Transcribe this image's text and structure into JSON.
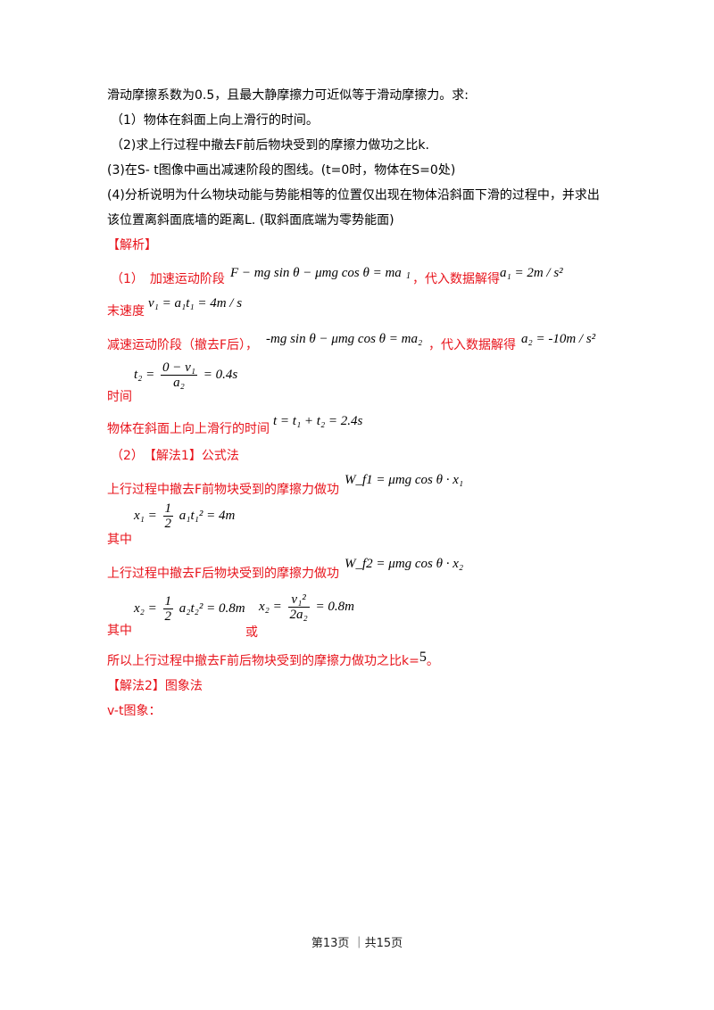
{
  "lines": {
    "l1": "滑动摩擦系数为0.5，且最大静摩擦力可近似等于滑动摩擦力。求:",
    "l2": "（1）物体在斜面上向上滑行的时间。",
    "l3": "（2)求上行过程中撤去F前后物块受到的摩擦力做功之比k.",
    "l4": "(3)在S- t图像中画出减速阶段的图线。(t=0时，物体在S=0处)",
    "l5": "(4)分析说明为什么物块动能与势能相等的位置仅出现在物体沿斜面下滑的过程中，并求出",
    "l6": "该位置离斜面底墙的距离L. (取斜面底端为零势能面)"
  },
  "solution": {
    "heading": "【解析】",
    "s1_label": "（1）　加速运动阶段",
    "s1_eq": "F − mg sin θ − μmg cos θ = ma",
    "s1_mid": "，代入数据解得",
    "s1_res": "a₁ = 2m / s²",
    "s2_label": "末速度",
    "s2_eq": "v₁ = a₁t₁ = 4m / s",
    "s3_label": "减速运动阶段（撤去F后），",
    "s3_eq": "-mg sin θ − μmg cos θ = ma₂",
    "s3_mid": "，代入数据解得",
    "s3_res": "a₂ = -10m / s²",
    "s4_lhs": "t₂ =",
    "s4_num": "0 − v₁",
    "s4_den": "a₂",
    "s4_rhs": "= 0.4s",
    "s4_label": "时间",
    "s5_label": "物体在斜面上向上滑行的时间",
    "s5_eq": "t = t₁ + t₂ = 2.4s",
    "p2_label": "（2）　【解法1】公式法",
    "p2_l1": "上行过程中撤去F前物块受到的摩擦力做功",
    "p2_eq1": "W_f1 = μmg cos θ · x₁",
    "p2_x1_lhs": "x₁ =",
    "p2_x1_num": "1",
    "p2_x1_den": "2",
    "p2_x1_rhs": "a₁t₁² = 4m",
    "p2_qizhong": "其中",
    "p2_l2": "上行过程中撤去F后物块受到的摩擦力做功",
    "p2_eq2": "W_f2 = μmg cos θ · x₂",
    "p2_x2_lhs": "x₂ =",
    "p2_x2_num": "1",
    "p2_x2_den": "2",
    "p2_x2_rhs": "a₂t₂² = 0.8m",
    "p2_or": "或",
    "p2_x2b_lhs": "x₂ =",
    "p2_x2b_num": "v₁²",
    "p2_x2b_den": "2a₂",
    "p2_x2b_rhs": "= 0.8m",
    "p2_qizhong2": "其中",
    "p2_ratio": "所以上行过程中撤去F前后物块受到的摩擦力做功之比k=",
    "p2_ratio_val": "5",
    "p2_ratio_end": "。",
    "p3_label": "【解法2】图象法",
    "p3_vt": "v-t图象："
  },
  "footer": {
    "text": "第13页 ｜共15页"
  }
}
